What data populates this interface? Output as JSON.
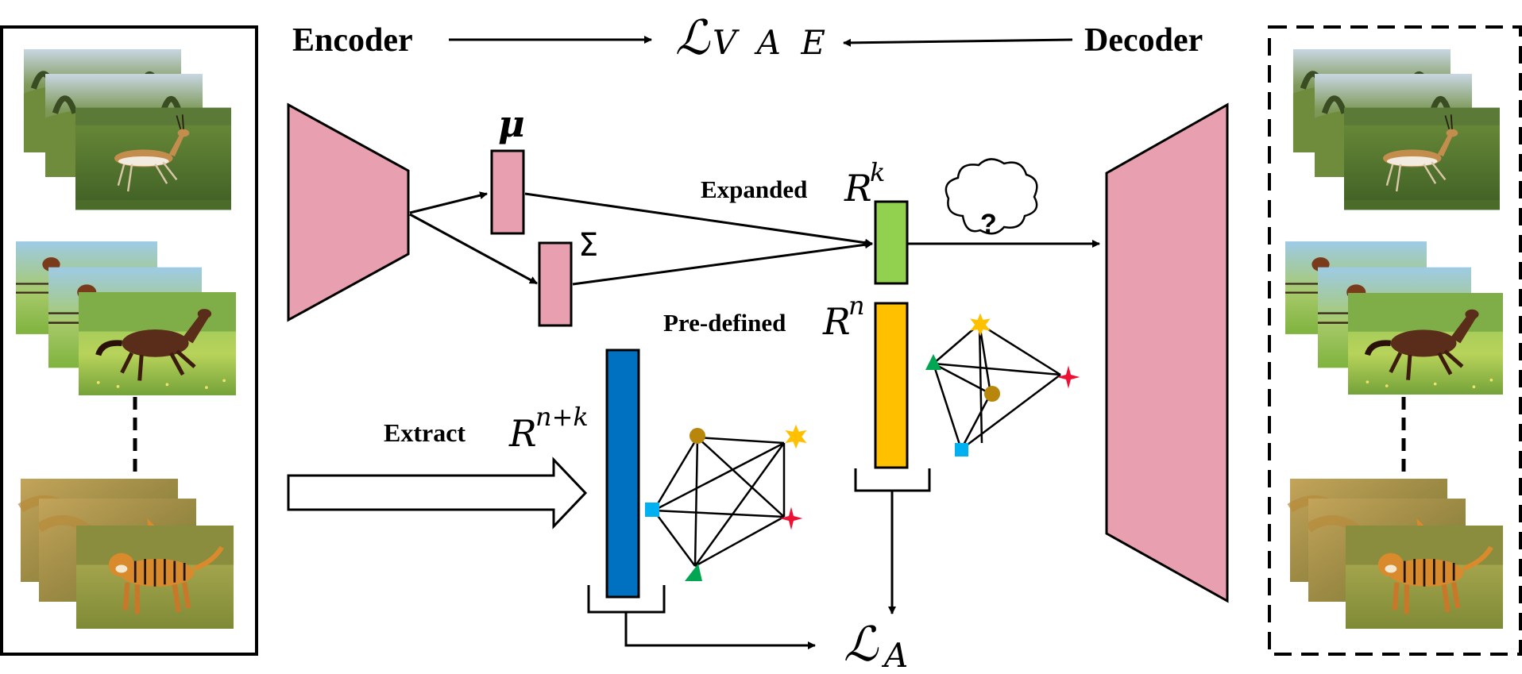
{
  "labels": {
    "encoder": "Encoder",
    "decoder": "Decoder",
    "loss_vae_main": "ℒ",
    "loss_vae_sub": "V A E",
    "mu": "μ",
    "sigma": "Σ",
    "expanded": "Expanded",
    "pre_defined": "Pre-defined",
    "extract": "Extract",
    "R": "R",
    "sup_k": "k",
    "sup_n": "n",
    "sup_nk": "n+k",
    "loss_a_main": "ℒ",
    "loss_a_sub": "A",
    "question": "?"
  },
  "colors": {
    "encoder_decoder": "#e8a0b0",
    "mu_sigma_box": "#e8a0b0",
    "expanded_bar": "#92d050",
    "predefined_bar": "#ffc000",
    "extract_bar": "#0070c0",
    "node_star": "#ffc000",
    "node_cross": "#ee1133",
    "node_circle": "#b8860b",
    "node_square": "#00b0f0",
    "node_triangle": "#00a651"
  },
  "icons": {
    "top_left_images": [
      "gazelle-photo-stack",
      "horse-photo-stack",
      "tiger-photo-stack"
    ],
    "top_right_images": [
      "gazelle-photo-stack",
      "horse-photo-stack",
      "tiger-photo-stack"
    ],
    "thought": "cloud-thought-icon"
  }
}
